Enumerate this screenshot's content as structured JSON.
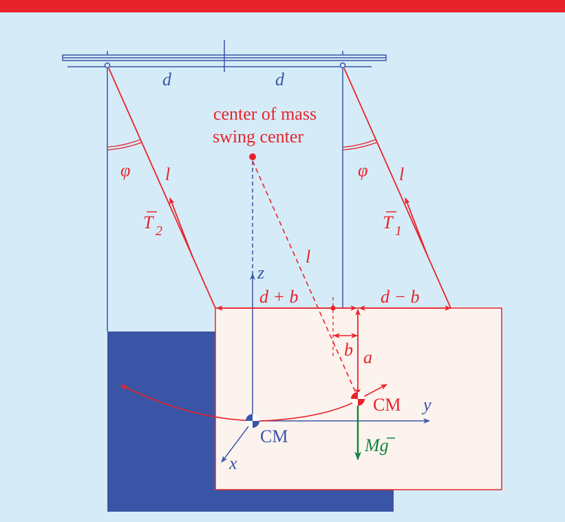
{
  "colors": {
    "accent_bar": "#e8222a",
    "background": "#d5ecf8",
    "blue": "#3a55a5",
    "red": "#e8222a",
    "green": "#12843c",
    "body_fill": "#fdf3ee"
  },
  "labels": {
    "d_left": "d",
    "d_right": "d",
    "center_line1": "center of mass",
    "center_line2": "swing center",
    "phi_left": "φ",
    "phi_right": "φ",
    "l_left": "l",
    "l_right": "l",
    "l_center": "l",
    "T2": "T",
    "T2_sub": "2",
    "T1": "T",
    "T1_sub": "1",
    "d_plus_b": "d + b",
    "d_minus_b": "d − b",
    "b": "b",
    "a": "a",
    "cm_red": "CM",
    "cm_blue": "CM",
    "axis_z": "z",
    "axis_y": "y",
    "axis_x": "x",
    "weight": "Mg"
  }
}
